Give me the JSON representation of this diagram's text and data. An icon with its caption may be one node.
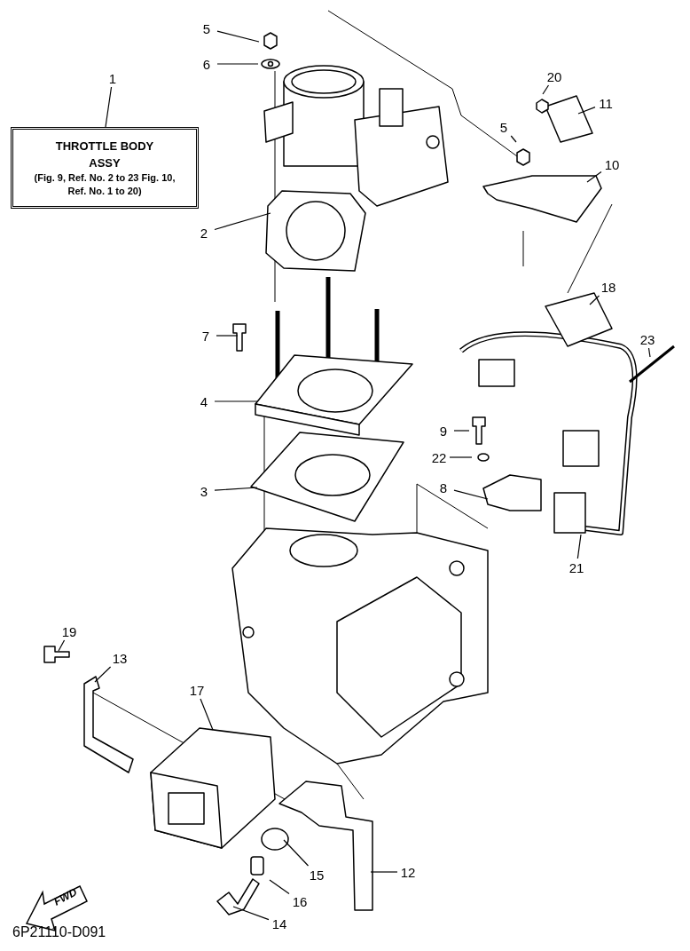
{
  "diagram": {
    "nodes": [
      {
        "text": [
          "5"
        ]
      },
      {
        "text": [
          "6"
        ]
      },
      {
        "text": [
          "20"
        ]
      },
      {
        "text": [
          "1"
        ]
      },
      {
        "text": [
          "THROTTLE BODY ASSY",
          "(Fig. 9, Ref. No. 2 to 23 Fig. 10, Ref. No. 1 to 20)"
        ]
      },
      {
        "text": [
          "11"
        ]
      },
      {
        "text": [
          "5"
        ]
      },
      {
        "text": [
          "10"
        ]
      },
      {
        "text": [
          "2"
        ]
      },
      {
        "text": [
          "18"
        ]
      },
      {
        "text": [
          "7"
        ]
      },
      {
        "text": [
          "23"
        ]
      },
      {
        "text": [
          "4"
        ]
      },
      {
        "text": [
          "9"
        ]
      },
      {
        "text": [
          "22"
        ]
      },
      {
        "text": [
          "8"
        ]
      },
      {
        "text": [
          "3"
        ]
      },
      {
        "text": [
          "21"
        ]
      },
      {
        "text": [
          "19"
        ]
      },
      {
        "text": [
          "13"
        ]
      },
      {
        "text": [
          "17"
        ]
      },
      {
        "text": [
          "12"
        ]
      },
      {
        "text": [
          "15"
        ]
      },
      {
        "text": [
          "16"
        ]
      },
      {
        "text": [
          "14"
        ]
      }
    ],
    "edges": [
      {
        "from": 0,
        "to": null,
        "arrow": "none"
      },
      {
        "from": 1,
        "to": null,
        "arrow": "none"
      },
      {
        "from": 2,
        "to": null,
        "arrow": "none"
      },
      {
        "from": 3,
        "to": 4,
        "arrow": "none"
      },
      {
        "from": 5,
        "to": null,
        "arrow": "none"
      },
      {
        "from": 6,
        "to": null,
        "arrow": "none"
      },
      {
        "from": 7,
        "to": null,
        "arrow": "none"
      },
      {
        "from": 8,
        "to": null,
        "arrow": "none"
      },
      {
        "from": 9,
        "to": null,
        "arrow": "none"
      },
      {
        "from": 10,
        "to": null,
        "arrow": "none"
      },
      {
        "from": 11,
        "to": null,
        "arrow": "none"
      },
      {
        "from": 12,
        "to": null,
        "arrow": "none"
      },
      {
        "from": 13,
        "to": null,
        "arrow": "none"
      },
      {
        "from": 14,
        "to": null,
        "arrow": "none"
      },
      {
        "from": 15,
        "to": null,
        "arrow": "none"
      },
      {
        "from": 16,
        "to": null,
        "arrow": "none"
      },
      {
        "from": 17,
        "to": null,
        "arrow": "none"
      },
      {
        "from": 18,
        "to": null,
        "arrow": "none"
      },
      {
        "from": 19,
        "to": null,
        "arrow": "none"
      },
      {
        "from": 20,
        "to": null,
        "arrow": "none"
      },
      {
        "from": 21,
        "to": null,
        "arrow": "none"
      },
      {
        "from": 22,
        "to": null,
        "arrow": "none"
      },
      {
        "from": 23,
        "to": null,
        "arrow": "none"
      },
      {
        "from": 24,
        "to": null,
        "arrow": "none"
      }
    ],
    "labels": [
      "FWD",
      "6P21110-D091"
    ]
  }
}
